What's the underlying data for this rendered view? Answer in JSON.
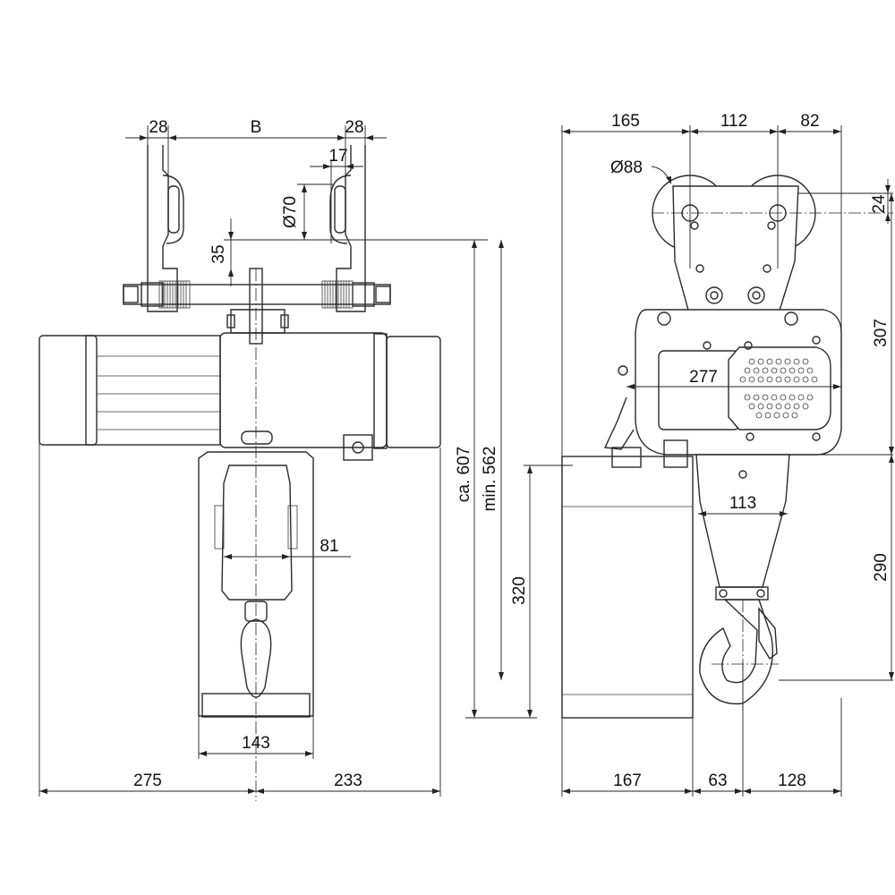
{
  "dimensions": {
    "top_left_28": "28",
    "top_b": "B",
    "top_right_28": "28",
    "wheel_offset": "17",
    "wheel_dia_70": "Ø70",
    "flange_35": "35",
    "height_ca607": "ca. 607",
    "height_min562": "min. 562",
    "width_81": "81",
    "width_143": "143",
    "bottom_275": "275",
    "bottom_233": "233",
    "top_165": "165",
    "top_112": "112",
    "top_82": "82",
    "wheel_dia_88": "Ø88",
    "right_24": "24",
    "right_307": "307",
    "motor_277": "277",
    "hook_113": "113",
    "right_290": "290",
    "chain_320": "320",
    "bottom_167": "167",
    "bottom_63": "63",
    "bottom_128": "128"
  }
}
